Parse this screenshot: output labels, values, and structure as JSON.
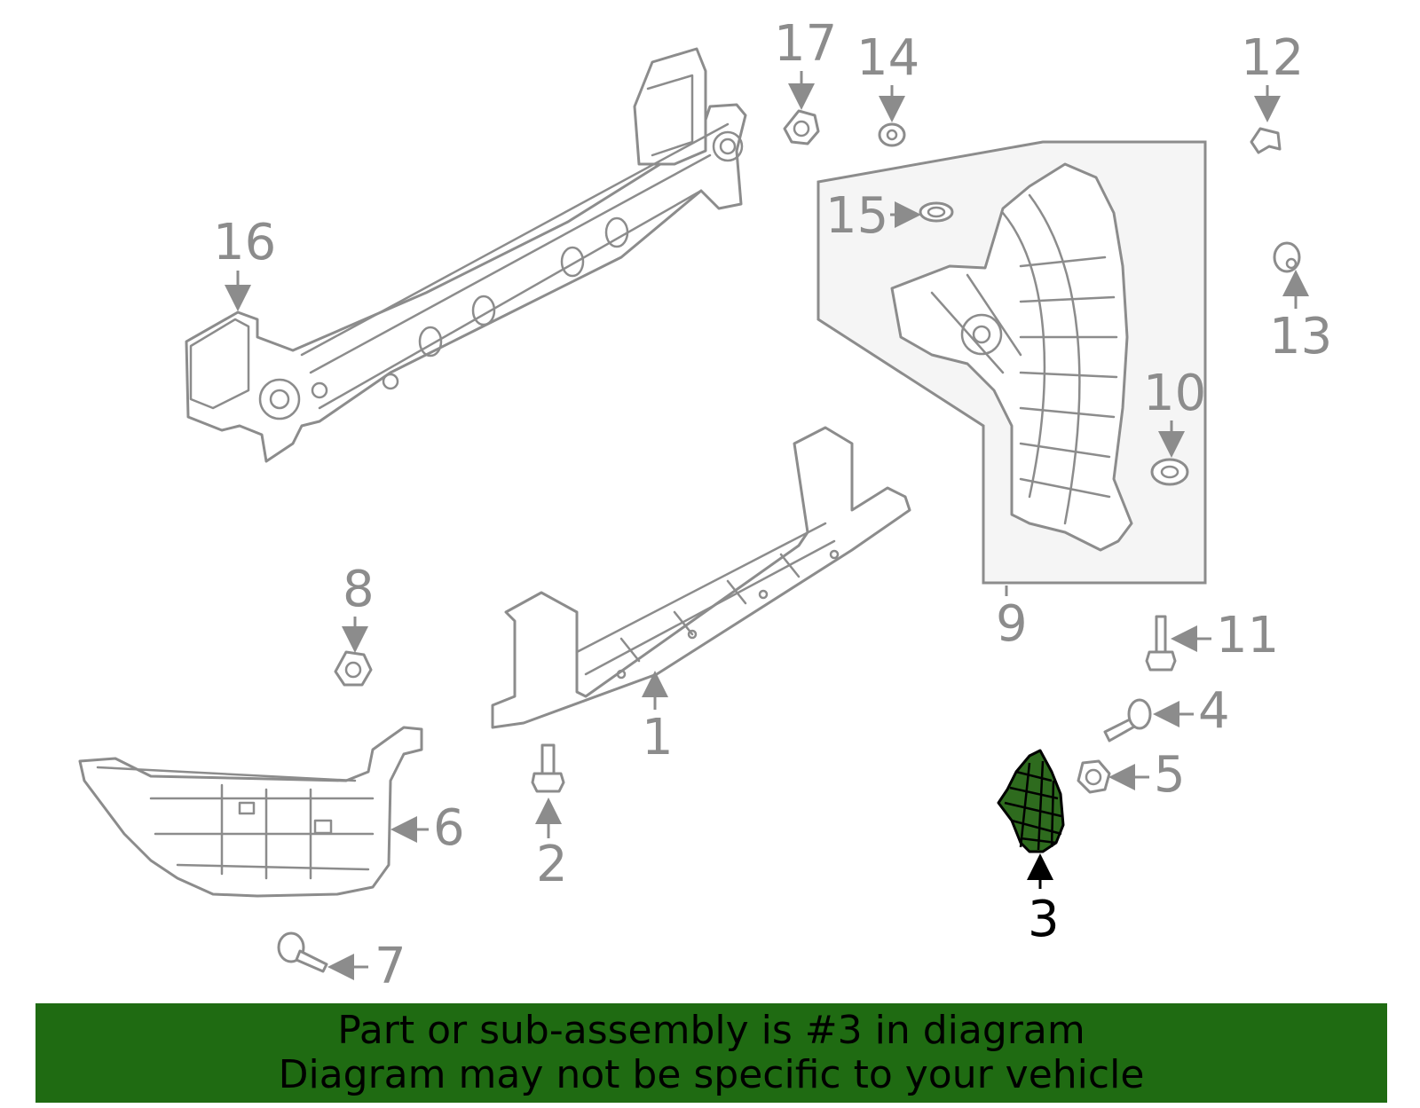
{
  "callouts": {
    "c1": "1",
    "c2": "2",
    "c3": "3",
    "c4": "4",
    "c5": "5",
    "c6": "6",
    "c7": "7",
    "c8": "8",
    "c9": "9",
    "c10": "10",
    "c11": "11",
    "c12": "12",
    "c13": "13",
    "c14": "14",
    "c15": "15",
    "c16": "16",
    "c17": "17"
  },
  "highlighted_part": "3",
  "banner": {
    "line1": "Part or sub-assembly is #3 in diagram",
    "line2": "Diagram may not be specific to your vehicle"
  },
  "colors": {
    "banner_bg": "#1f6b12",
    "highlight_fill": "#2e6b1e",
    "line_gray": "#8c8c8c",
    "group_box_bg": "#f5f5f5"
  }
}
